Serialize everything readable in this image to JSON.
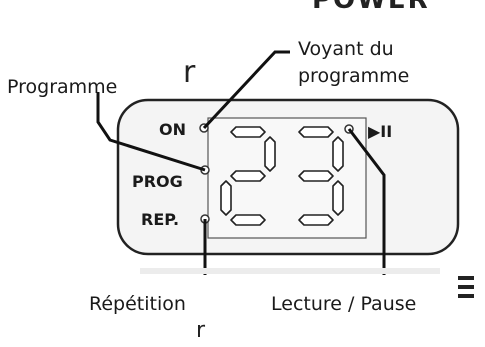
{
  "callouts": {
    "indicator": "Voyant du\nprogramme",
    "program": "Programme",
    "repeat": "Répétition",
    "play_pause": "Lecture / Pause"
  },
  "panel": {
    "on": "ON",
    "prog": "PROG",
    "rep": "REP.",
    "play_pause_symbol": "▶II"
  },
  "display": {
    "digits": "23"
  },
  "fragments": {
    "top_banner": "POWER",
    "left_char": "r",
    "bottom_char": "r"
  }
}
